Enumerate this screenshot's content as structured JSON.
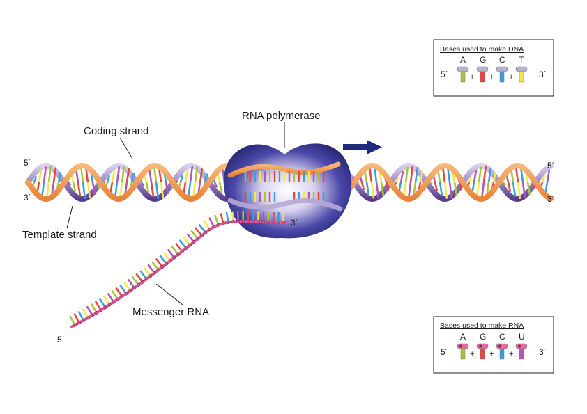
{
  "labels": {
    "coding_strand": "Coding strand",
    "template_strand": "Template strand",
    "rna_polymerase": "RNA polymerase",
    "messenger_rna": "Messenger RNA"
  },
  "ends": {
    "dna_left_top": "5´",
    "dna_left_bottom": "3´",
    "dna_right_top": "5´",
    "dna_right_bottom": "3´",
    "rna_3prime": "3´",
    "rna_5prime": "5´"
  },
  "dna_box": {
    "title": "Bases used to make DNA",
    "left_end": "5´",
    "right_end": "3´",
    "plus": "+",
    "bases": [
      {
        "letter": "A",
        "color": "#a6c63a"
      },
      {
        "letter": "G",
        "color": "#e8453c"
      },
      {
        "letter": "C",
        "color": "#3aa0d8"
      },
      {
        "letter": "T",
        "color": "#f2e84a"
      }
    ]
  },
  "rna_box": {
    "title": "Bases used to make RNA",
    "left_end": "5´",
    "right_end": "3´",
    "plus": "+",
    "bases": [
      {
        "letter": "A",
        "color": "#a6c63a"
      },
      {
        "letter": "G",
        "color": "#e8453c"
      },
      {
        "letter": "C",
        "color": "#3aa0d8"
      },
      {
        "letter": "U",
        "color": "#b455b8"
      }
    ]
  },
  "colors": {
    "coding_strand": "#f2a05a",
    "template_strand": "#6b4a9a",
    "polymerase": "#2a2a86",
    "arrow": "#1f2a7a",
    "mrna_backbone": "#e05a9a",
    "sugar_pill": "#b9b0cc",
    "rung_palette": [
      "#a6c63a",
      "#e8453c",
      "#3aa0d8",
      "#f2e84a",
      "#b455b8"
    ]
  }
}
